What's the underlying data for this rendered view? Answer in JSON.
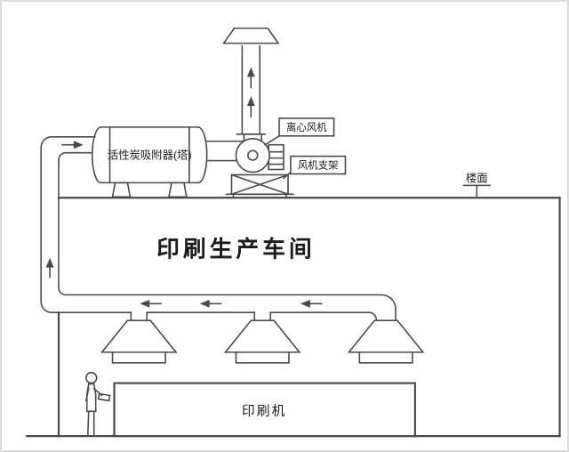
{
  "diagram": {
    "labels": {
      "adsorber": "活性炭吸附器(塔)",
      "centrifugal_fan": "离心风机",
      "fan_support": "风机支架",
      "roof": "楼面",
      "workshop": "印刷生产车间",
      "printing_machine": "印刷机"
    },
    "icons": {
      "rain_cap": "chimney-rain-cap",
      "flow_arrow_up": "▲",
      "flow_arrow_left": "◀",
      "flow_arrow_right": "▶"
    },
    "colors": {
      "background": "#ffffff",
      "line": "#4a4a4a",
      "text": "#1b1b1b",
      "frame": "#dcdcdc"
    }
  }
}
